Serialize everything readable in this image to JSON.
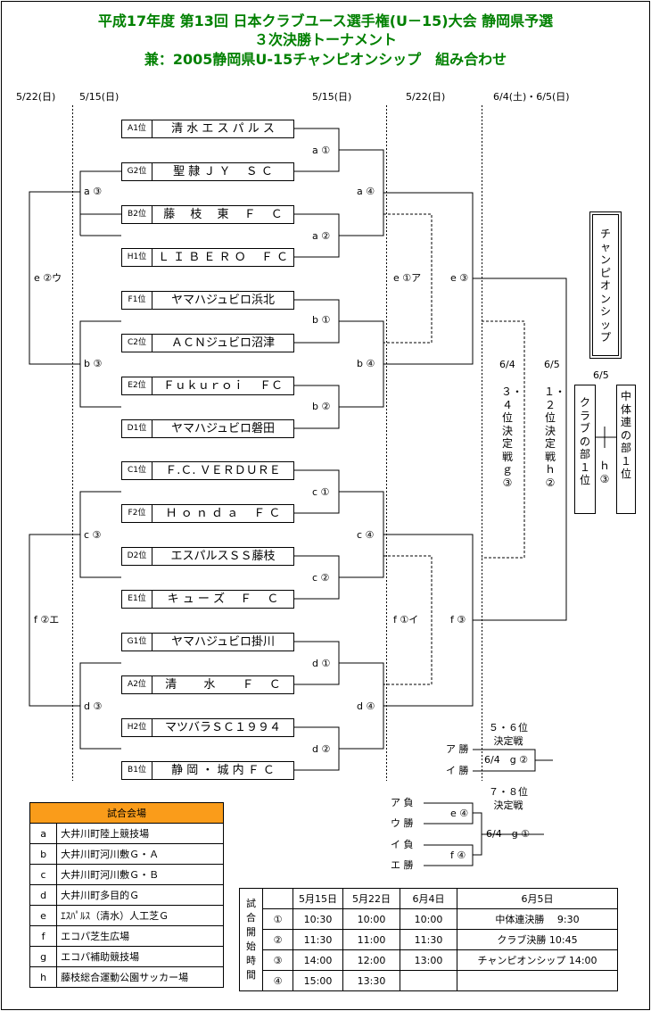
{
  "title": {
    "line1": "平成17年度 第13回 日本クラブユース選手権(U－15)大会 静岡県予選",
    "line2": "３次決勝トーナメント",
    "line3": "兼：2005静岡県U-15チャンピオンシップ　組み合わせ"
  },
  "dates": {
    "d1": "5/22(日)",
    "d2": "5/15(日)",
    "d3": "5/15(日)",
    "d4": "5/22(日)",
    "d5": "6/4(土)・6/5(日)"
  },
  "teams": [
    {
      "rank": "A1位",
      "name": "清 水 エ ス パ ル ス"
    },
    {
      "rank": "G2位",
      "name": "聖 隷 Ｊ Ｙ 　Ｓ Ｃ"
    },
    {
      "rank": "B2位",
      "name": "藤 　枝 　東 　Ｆ 　Ｃ"
    },
    {
      "rank": "H1位",
      "name": "Ｌ Ｉ Ｂ Ｅ Ｒ Ｏ 　Ｆ Ｃ"
    },
    {
      "rank": "F1位",
      "name": "ヤマハジュビロ浜北"
    },
    {
      "rank": "C2位",
      "name": "ＡＣＮジュビロ沼津"
    },
    {
      "rank": "E2位",
      "name": "Ｆｕｋｕｒｏｉ 　ＦＣ"
    },
    {
      "rank": "D1位",
      "name": "ヤマハジュビロ磐田"
    },
    {
      "rank": "C1位",
      "name": "Ｆ.Ｃ. ＶＥＲＤＵＲＥ"
    },
    {
      "rank": "F2位",
      "name": "Ｈ ｏ ｎ ｄ ａ 　Ｆ Ｃ"
    },
    {
      "rank": "D2位",
      "name": "エスパルスＳＳ藤枝"
    },
    {
      "rank": "E1位",
      "name": "キ ュ ー ズ 　Ｆ 　Ｃ"
    },
    {
      "rank": "G1位",
      "name": "ヤマハジュビロ掛川"
    },
    {
      "rank": "A2位",
      "name": "清 　　水 　　Ｆ 　Ｃ"
    },
    {
      "rank": "H2位",
      "name": "マツバラＳＣ１９９４"
    },
    {
      "rank": "B1位",
      "name": "静 岡 ・ 城 内 Ｆ Ｃ"
    }
  ],
  "matches": {
    "a1": "a ①",
    "a2": "a ②",
    "a3": "a ③",
    "a4": "a ④",
    "b1": "b ①",
    "b2": "b ②",
    "b3": "b ③",
    "b4": "b ④",
    "c1": "c ①",
    "c2": "c ②",
    "c3": "c ③",
    "c4": "c ④",
    "d1": "d ①",
    "d2": "d ②",
    "d3": "d ③",
    "d4": "d ④",
    "e1": "e ①ア",
    "e2": "e ②ウ",
    "e3": "e ③",
    "f1": "f ①イ",
    "f2": "f ②エ",
    "f3": "f ③"
  },
  "finals": {
    "champion": "チャンピオンシップ",
    "date_34": "6/4",
    "date_12": "6/5",
    "date_h": "6/5",
    "third": "３・４位決定戦ｇ③",
    "first": "１・２位決定戦ｈ②",
    "club": "クラブの部１位",
    "h3": "ｈ③",
    "chutai": "中体連の部１位"
  },
  "placement": {
    "p56_title": "５・６位\n決定戦",
    "p56_a": "ア 勝",
    "p56_b": "イ 勝",
    "p56_game": "6/4　g ②",
    "p78_title": "７・８位\n決定戦",
    "p78_a": "ア 負",
    "p78_b": "ウ 勝",
    "p78_c": "イ 負",
    "p78_d": "エ 勝",
    "p78_e4": "e ④",
    "p78_f4": "f ④",
    "p78_game": "6/4　g ①"
  },
  "venues": {
    "header": "試合会場",
    "rows": [
      {
        "code": "a",
        "name": "大井川町陸上競技場"
      },
      {
        "code": "b",
        "name": "大井川町河川敷Ｇ・Ａ"
      },
      {
        "code": "c",
        "name": "大井川町河川敷Ｇ・Ｂ"
      },
      {
        "code": "d",
        "name": "大井川町多目的Ｇ"
      },
      {
        "code": "e",
        "name": "ｴｽﾊﾟﾙｽ（清水）人工芝Ｇ"
      },
      {
        "code": "f",
        "name": "エコパ芝生広場"
      },
      {
        "code": "g",
        "name": "エコパ補助競技場"
      },
      {
        "code": "h",
        "name": "藤枝総合運動公園サッカー場"
      }
    ]
  },
  "schedule": {
    "label": "試合開始時間",
    "headers": [
      "5月15日",
      "5月22日",
      "6月4日",
      "6月5日"
    ],
    "rows": [
      {
        "no": "①",
        "c1": "10:30",
        "c2": "10:00",
        "c3": "10:00",
        "c4": "中体連決勝　 9:30"
      },
      {
        "no": "②",
        "c1": "11:30",
        "c2": "11:00",
        "c3": "11:30",
        "c4": "クラブ決勝 10:45"
      },
      {
        "no": "③",
        "c1": "14:00",
        "c2": "12:00",
        "c3": "13:00",
        "c4": "チャンピオンシップ 14:00"
      },
      {
        "no": "④",
        "c1": "15:00",
        "c2": "13:30",
        "c3": "",
        "c4": ""
      }
    ]
  },
  "colors": {
    "title": "#008000",
    "accent": "#fa9c1a"
  }
}
